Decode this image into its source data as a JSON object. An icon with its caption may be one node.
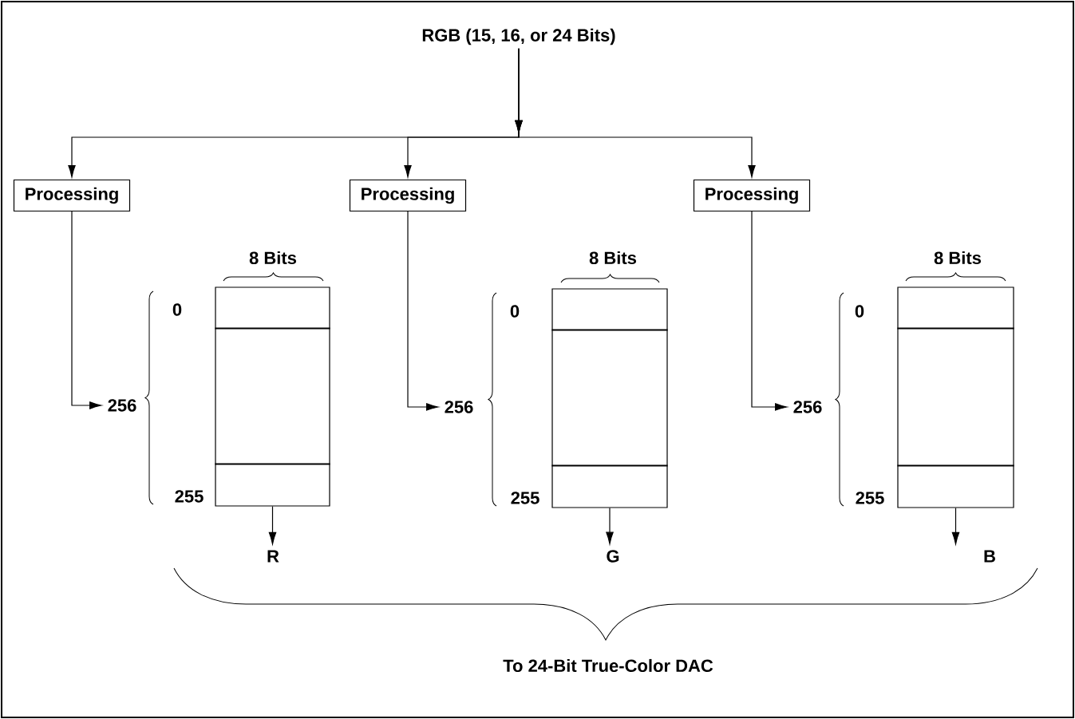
{
  "diagram": {
    "nodes": [
      {
        "text": [
          "RGB (15, 16, or 24 Bits)"
        ]
      },
      {
        "text": [
          "Processing"
        ]
      },
      {
        "text": [
          "Processing"
        ]
      },
      {
        "text": [
          "Processing"
        ]
      },
      {
        "text": [
          "256"
        ]
      },
      {
        "text": [],
        "shape": "box"
      },
      {
        "text": [
          "R"
        ]
      },
      {
        "text": [
          "256"
        ]
      },
      {
        "text": [],
        "shape": "box"
      },
      {
        "text": [
          "G"
        ]
      },
      {
        "text": [
          "256"
        ]
      },
      {
        "text": [],
        "shape": "box"
      },
      {
        "text": [
          "B"
        ]
      }
    ],
    "edges": [
      {
        "from": 0,
        "to": 1,
        "arrow": "to"
      },
      {
        "from": 0,
        "to": 2,
        "arrow": "to"
      },
      {
        "from": 0,
        "to": 3,
        "arrow": "to"
      },
      {
        "from": 1,
        "to": 4,
        "arrow": "to"
      },
      {
        "from": 2,
        "to": 7,
        "arrow": "to"
      },
      {
        "from": 3,
        "to": 10,
        "arrow": "to"
      },
      {
        "from": 5,
        "to": 6,
        "arrow": "to"
      },
      {
        "from": 8,
        "to": 9,
        "arrow": "to"
      },
      {
        "from": 11,
        "to": 12,
        "arrow": "to"
      }
    ],
    "labels": [
      "8 Bits",
      "8 Bits",
      "8 Bits",
      "0",
      "0",
      "0",
      "255",
      "255",
      "255",
      "To 24-Bit True-Color DAC"
    ]
  }
}
